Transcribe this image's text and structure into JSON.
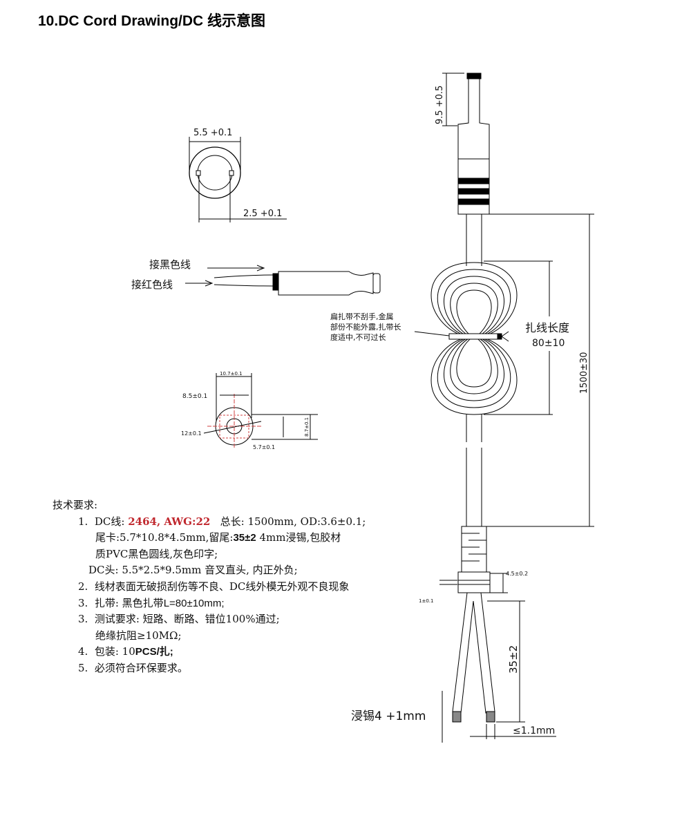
{
  "title": "10.DC Cord Drawing/DC 线示意图",
  "ring_view": {
    "outer_dim": "5.5 +0.1",
    "inner_dim": "2.5 +0.1"
  },
  "plug_side": {
    "black_label": "接黑色线",
    "red_label": "接红色线"
  },
  "tail_card": {
    "width": "10.7±0.1",
    "inner": "8.5±0.1",
    "diag": "12±0.1",
    "height": "5.7±0.1",
    "thick": "8.7±0.1"
  },
  "cord": {
    "plug_length": "9.5 +0.5",
    "tie_note": [
      "扁扎带不刮手,金属",
      "部份不能外露,扎带长",
      "度适中,不可过长"
    ],
    "tie_label": "扎线长度",
    "tie_value": "80±10",
    "total_length": "1500±30",
    "relief_width": "4.5±0.2",
    "relief_gap": "1±0.1",
    "strip_length": "35±2",
    "tin_label": "浸锡4 +1mm",
    "wire_width": "≤1.1mm"
  },
  "requirements": {
    "heading": "技术要求:",
    "l1_num": "1.",
    "l1_a": "DC线:",
    "l1_red": "2464, AWG:22",
    "l1_b": "总长: 1500mm, OD:3.6±0.1;",
    "l1_c1": "尾卡:5.7*10.8*4.5mm,留尾:",
    "l1_c_bold": "35±2",
    "l1_c2": "4mm浸锡,包胶材",
    "l1_d": "质PVC黑色圆线,灰色印字;",
    "l1_e": "DC头: 5.5*2.5*9.5mm 音叉直头, 内正外负;",
    "l2_num": "2.",
    "l2": "线材表面无破损刮伤等不良、DC线外模无外观不良现象",
    "l3_num": "3.",
    "l3_a": "扎带: 黑色扎带",
    "l3_b": "L=80±10mm;",
    "l4_num": "3.",
    "l4_a": "测试要求: 短路、断路、错位100%通过;",
    "l4_b": "绝缘抗阻≥10MΩ;",
    "l5_num": "4.",
    "l5_a": "包装: 10",
    "l5_b": "PCS/扎;",
    "l6_num": "5.",
    "l6": "必须符合环保要求。"
  },
  "colors": {
    "red_text": "#c0272d",
    "centerline": "#d04040"
  }
}
